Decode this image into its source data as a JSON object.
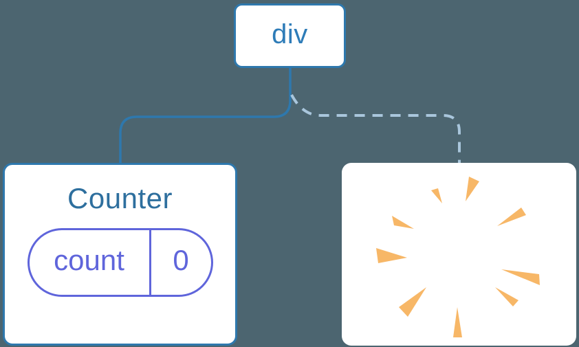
{
  "diagram": {
    "type": "react-component-tree",
    "root": {
      "label": "div"
    },
    "counter": {
      "title": "Counter",
      "state_key": "count",
      "state_value": "0",
      "connector": "solid-line"
    },
    "removed": {
      "icon": "poof-burst-icon",
      "connector": "dashed-line",
      "meaning": "component removed (poof)"
    }
  },
  "colors": {
    "background": "#4C6570",
    "node_border_blue": "#2E78AD",
    "root_label_blue": "#2E7CB8",
    "counter_title_blue": "#2E6F9E",
    "state_indigo": "#5F65DB",
    "dashed_line_light_blue": "#A9C6DC",
    "burst_orange": "#F7B767",
    "card_white": "#FFFFFF"
  }
}
